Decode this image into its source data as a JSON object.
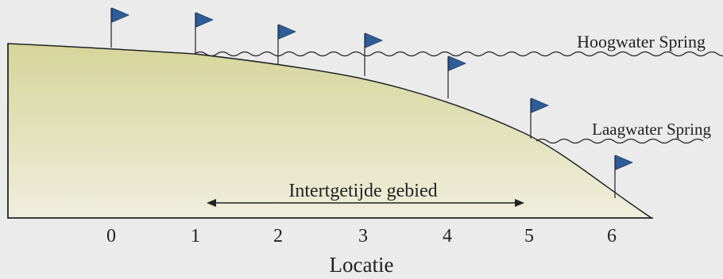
{
  "diagram": {
    "high_tide_label": "Hoogwater Spring",
    "low_tide_label": "Laagwater Spring",
    "zone_label": "Intertgetijde gebied",
    "axis_label": "Locatie",
    "locations": [
      "0",
      "1",
      "2",
      "3",
      "4",
      "5",
      "6"
    ]
  },
  "colors": {
    "background": "#ebebeb",
    "sand_top": "#d6d59a",
    "sand_bottom": "#efeedd",
    "flag": "#2f5d9a",
    "line": "#222222"
  }
}
